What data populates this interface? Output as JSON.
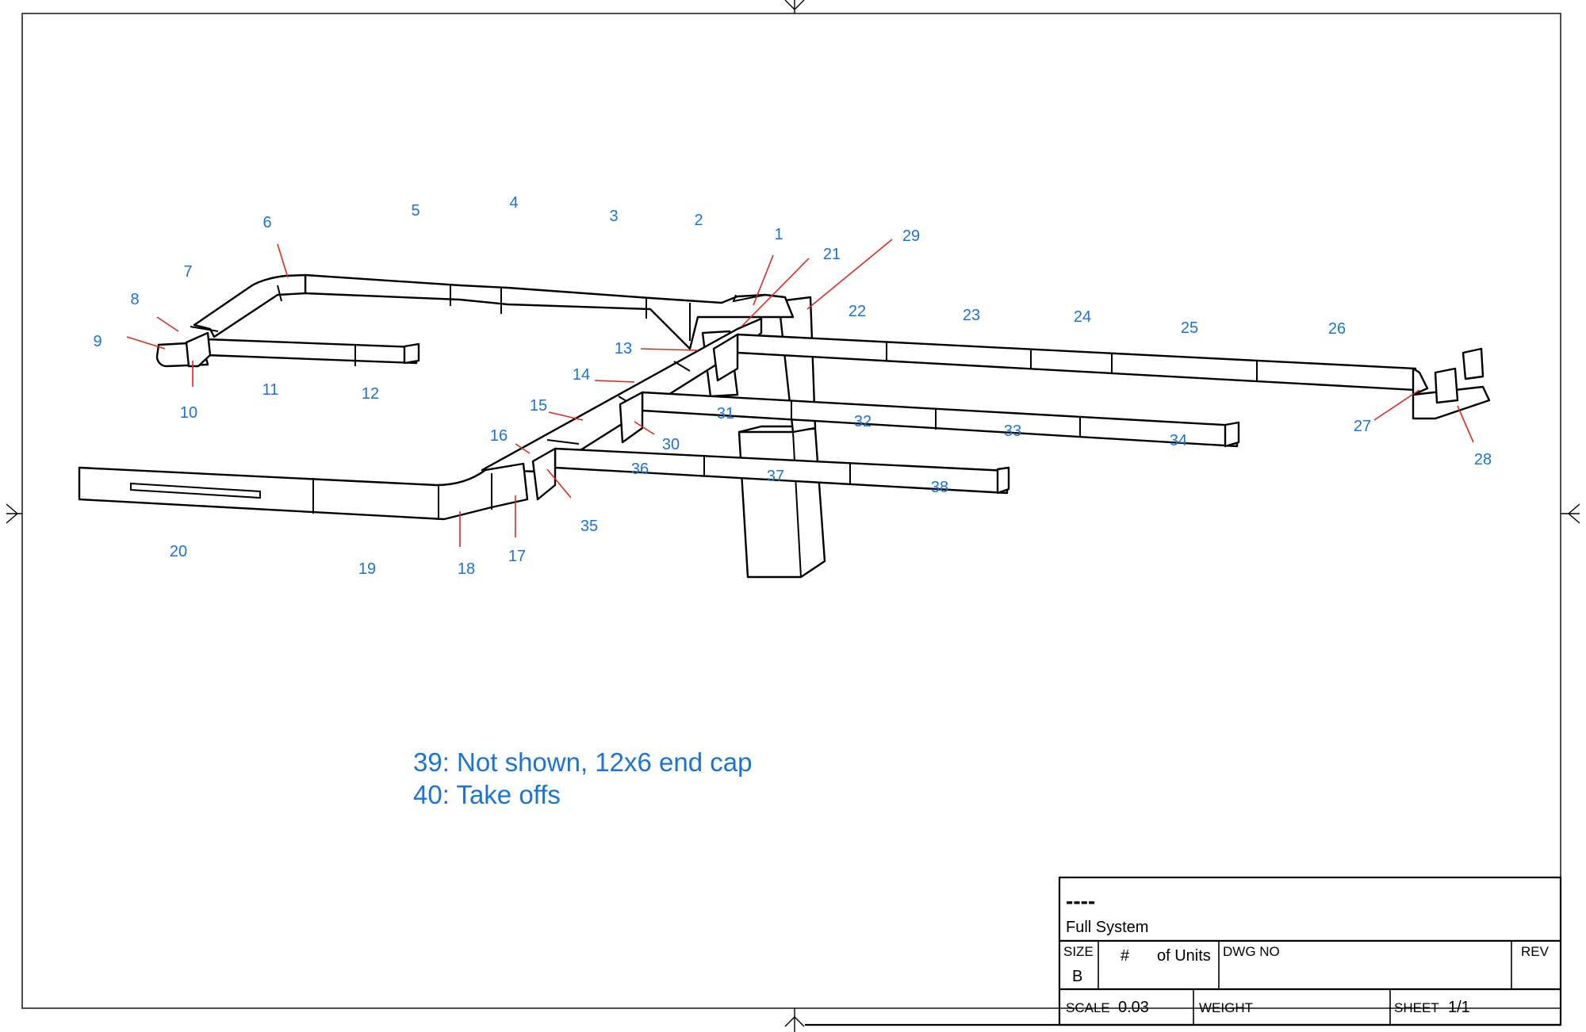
{
  "callouts": [
    {
      "id": "1",
      "text": "1"
    },
    {
      "id": "2",
      "text": "2"
    },
    {
      "id": "3",
      "text": "3"
    },
    {
      "id": "4",
      "text": "4"
    },
    {
      "id": "5",
      "text": "5"
    },
    {
      "id": "6",
      "text": "6"
    },
    {
      "id": "7",
      "text": "7"
    },
    {
      "id": "8",
      "text": "8"
    },
    {
      "id": "9",
      "text": "9"
    },
    {
      "id": "10",
      "text": "10"
    },
    {
      "id": "11",
      "text": "11"
    },
    {
      "id": "12",
      "text": "12"
    },
    {
      "id": "13",
      "text": "13"
    },
    {
      "id": "14",
      "text": "14"
    },
    {
      "id": "15",
      "text": "15"
    },
    {
      "id": "16",
      "text": "16"
    },
    {
      "id": "17",
      "text": "17"
    },
    {
      "id": "18",
      "text": "18"
    },
    {
      "id": "19",
      "text": "19"
    },
    {
      "id": "20",
      "text": "20"
    },
    {
      "id": "21",
      "text": "21"
    },
    {
      "id": "22",
      "text": "22"
    },
    {
      "id": "23",
      "text": "23"
    },
    {
      "id": "24",
      "text": "24"
    },
    {
      "id": "25",
      "text": "25"
    },
    {
      "id": "26",
      "text": "26"
    },
    {
      "id": "27",
      "text": "27"
    },
    {
      "id": "28",
      "text": "28"
    },
    {
      "id": "29",
      "text": "29"
    },
    {
      "id": "30",
      "text": "30"
    },
    {
      "id": "31",
      "text": "31"
    },
    {
      "id": "32",
      "text": "32"
    },
    {
      "id": "33",
      "text": "33"
    },
    {
      "id": "34",
      "text": "34"
    },
    {
      "id": "35",
      "text": "35"
    },
    {
      "id": "36",
      "text": "36"
    },
    {
      "id": "37",
      "text": "37"
    },
    {
      "id": "38",
      "text": "38"
    }
  ],
  "notes": {
    "line1": "39: Not shown, 12x6 end cap",
    "line2": "40: Take offs"
  },
  "title_block": {
    "title": "----",
    "subtitle": "Full System",
    "size_label": "SIZE",
    "size_value": "B",
    "hash": "#",
    "units_label": "of Units",
    "dwg_no_label": "DWG NO",
    "rev_label": "REV",
    "scale_label": "SCALE",
    "scale_value": "0.03",
    "weight_label": "WEIGHT",
    "sheet_label": "SHEET",
    "sheet_value": "1/1"
  },
  "colors": {
    "callout_text": "#1a73d9",
    "leader_line": "#dd2a1e",
    "outline": "#000000"
  }
}
